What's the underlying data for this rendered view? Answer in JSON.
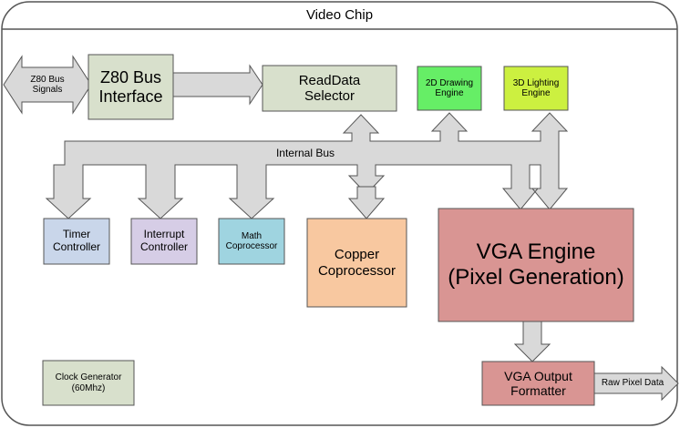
{
  "diagram": {
    "title": "Video Chip",
    "blocks": {
      "z80_bus_signals": "Z80 Bus\nSignals",
      "z80_bus_interface": "Z80 Bus\nInterface",
      "readdata_selector": "ReadData\nSelector",
      "drawing_2d": "2D Drawing\nEngine",
      "lighting_3d": "3D Lighting\nEngine",
      "internal_bus": "Internal Bus",
      "timer_controller": "Timer\nController",
      "interrupt_controller": "Interrupt\nController",
      "math_coprocessor": "Math\nCoprocessor",
      "copper_coprocessor": "Copper\nCoprocessor",
      "vga_engine": "VGA Engine\n(Pixel Generation)",
      "vga_output_formatter": "VGA Output\nFormatter",
      "raw_pixel_data": "Raw Pixel Data",
      "clock_generator": "Clock Generator\n(60Mhz)"
    },
    "colors": {
      "frame_stroke": "#555555",
      "arrow_fill": "#d9d9d9",
      "interface_fill": "#d8e0cc",
      "drawing_2d_fill": "#66ee66",
      "lighting_3d_fill": "#ccf040",
      "timer_fill": "#c9d6ea",
      "interrupt_fill": "#d6cde6",
      "math_fill": "#9fd4e0",
      "copper_fill": "#f8c8a0",
      "vga_engine_fill": "#d99593",
      "vga_output_fill": "#d99593"
    }
  }
}
